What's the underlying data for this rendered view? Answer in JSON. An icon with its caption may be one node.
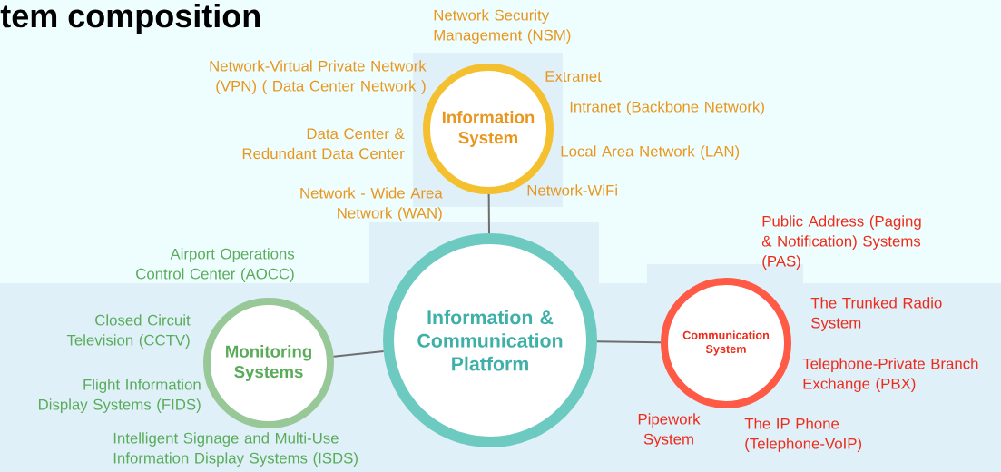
{
  "diagram": {
    "title": "tem composition",
    "nodes": [
      {
        "text": [
          "Information & Communication Platform"
        ]
      },
      {
        "text": [
          "Information System"
        ],
        "beside": [
          "Network Security Management (NSM)",
          "Network-Virtual Private Network (VPN) ( Data Center Network )",
          "Extranet",
          "Intranet (Backbone Network)",
          "Data Center & Redundant Data Center",
          "Local Area Network (LAN)",
          "Network - Wide Area Network (WAN)",
          "Network-WiFi"
        ]
      },
      {
        "text": [
          "Monitoring Systems"
        ],
        "beside": [
          "Airport Operations Control Center (AOCC)",
          "Closed Circuit Television (CCTV)",
          "Flight Information Display Systems (FIDS)",
          "Intelligent Signage and Multi-Use Information Display Systems (ISDS)"
        ]
      },
      {
        "text": [
          "Communication System"
        ],
        "beside": [
          "Public Address (Paging & Notification) Systems (PAS)",
          "The Trunked Radio System",
          "Telephone-Private Branch Exchange (PBX)",
          "The IP Phone (Telephone-VoIP)",
          "Pipework System"
        ]
      }
    ],
    "edges": [
      {
        "from": 1,
        "to": 0,
        "arrow": "none"
      },
      {
        "from": 2,
        "to": 0,
        "arrow": "none"
      },
      {
        "from": 0,
        "to": 3,
        "arrow": "none"
      }
    ]
  }
}
